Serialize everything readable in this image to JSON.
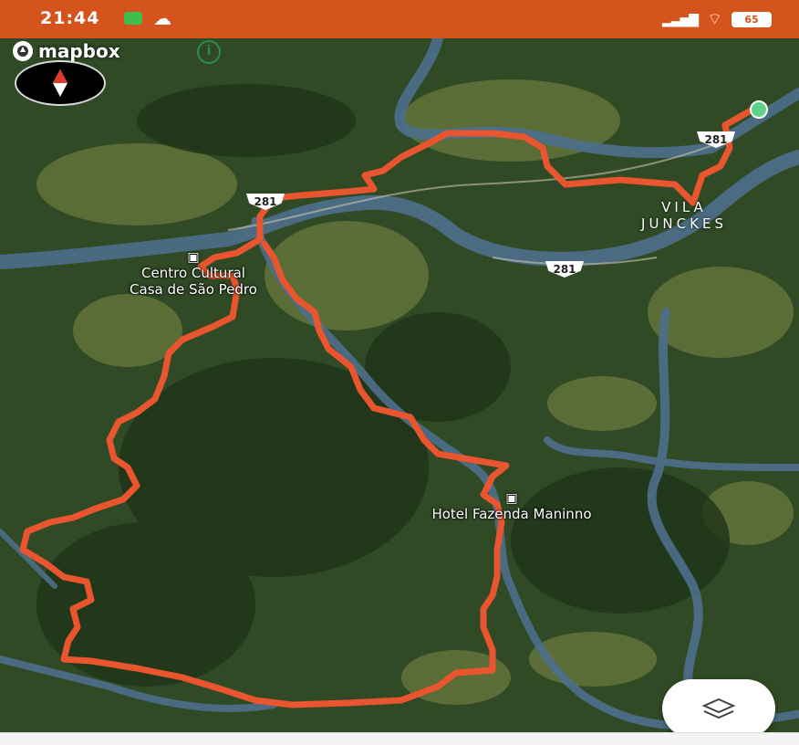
{
  "status_bar": {
    "time": "21:44",
    "battery": "65"
  },
  "map": {
    "attribution": "mapbox",
    "info_icon": "i",
    "labels": {
      "poi_1_line1": "Centro Cultural",
      "poi_1_line2": "Casa de São Pedro",
      "poi_2": "Hotel Fazenda Maninno",
      "town_line1": "VILA",
      "town_line2": "JUNCKES"
    },
    "road_shields": [
      "281",
      "281",
      "281"
    ],
    "route_color": "#e8552f",
    "start_marker_color": "#5ed18a",
    "icons": [
      "compass-icon",
      "layers-icon",
      "info-icon",
      "mapbox-logo-icon"
    ]
  }
}
